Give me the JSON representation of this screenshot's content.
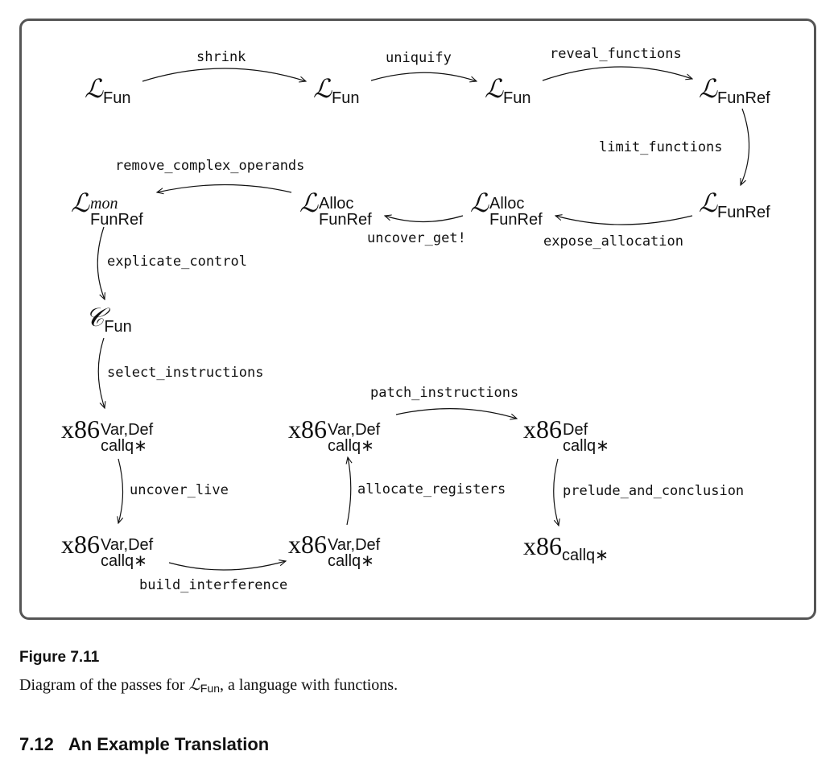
{
  "nodes": {
    "lfun1": {
      "base": "ℒ",
      "sub": "Fun"
    },
    "lfun2": {
      "base": "ℒ",
      "sub": "Fun"
    },
    "lfun3": {
      "base": "ℒ",
      "sub": "Fun"
    },
    "lfunref1": {
      "base": "ℒ",
      "sub": "FunRef"
    },
    "lfunref2": {
      "base": "ℒ",
      "sub": "FunRef"
    },
    "lalloc1": {
      "base": "ℒ",
      "sup": "Alloc",
      "sub": "FunRef"
    },
    "lalloc2": {
      "base": "ℒ",
      "sup": "Alloc",
      "sub": "FunRef"
    },
    "lmon": {
      "base": "ℒ",
      "sup": "mon",
      "sub": "FunRef"
    },
    "cfun": {
      "base": "𝒞",
      "sub": "Fun"
    },
    "x86a": {
      "base": "x86",
      "sup": "Var,Def",
      "sub": "callq∗"
    },
    "x86b": {
      "base": "x86",
      "sup": "Var,Def",
      "sub": "callq∗"
    },
    "x86c": {
      "base": "x86",
      "sup": "Var,Def",
      "sub": "callq∗"
    },
    "x86d": {
      "base": "x86",
      "sup": "Var,Def",
      "sub": "callq∗"
    },
    "x86e": {
      "base": "x86",
      "sup": "Def",
      "sub": "callq∗"
    },
    "x86f": {
      "base": "x86",
      "sub": "callq∗"
    }
  },
  "passes": {
    "shrink": "shrink",
    "uniquify": "uniquify",
    "reveal_functions": "reveal_functions",
    "limit_functions": "limit_functions",
    "expose_allocation": "expose_allocation",
    "uncover_get": "uncover_get!",
    "remove_complex_operands": "remove_complex_operands",
    "explicate_control": "explicate_control",
    "select_instructions": "select_instructions",
    "uncover_live": "uncover_live",
    "build_interference": "build_interference",
    "allocate_registers": "allocate_registers",
    "patch_instructions": "patch_instructions",
    "prelude_and_conclusion": "prelude_and_conclusion"
  },
  "caption": {
    "figure_label": "Figure 7.11",
    "text_before": "Diagram of the passes for ",
    "lang_base": "ℒ",
    "lang_sub": "Fun",
    "text_after": ", a language with functions."
  },
  "section": {
    "number": "7.12",
    "title": "An Example Translation"
  }
}
